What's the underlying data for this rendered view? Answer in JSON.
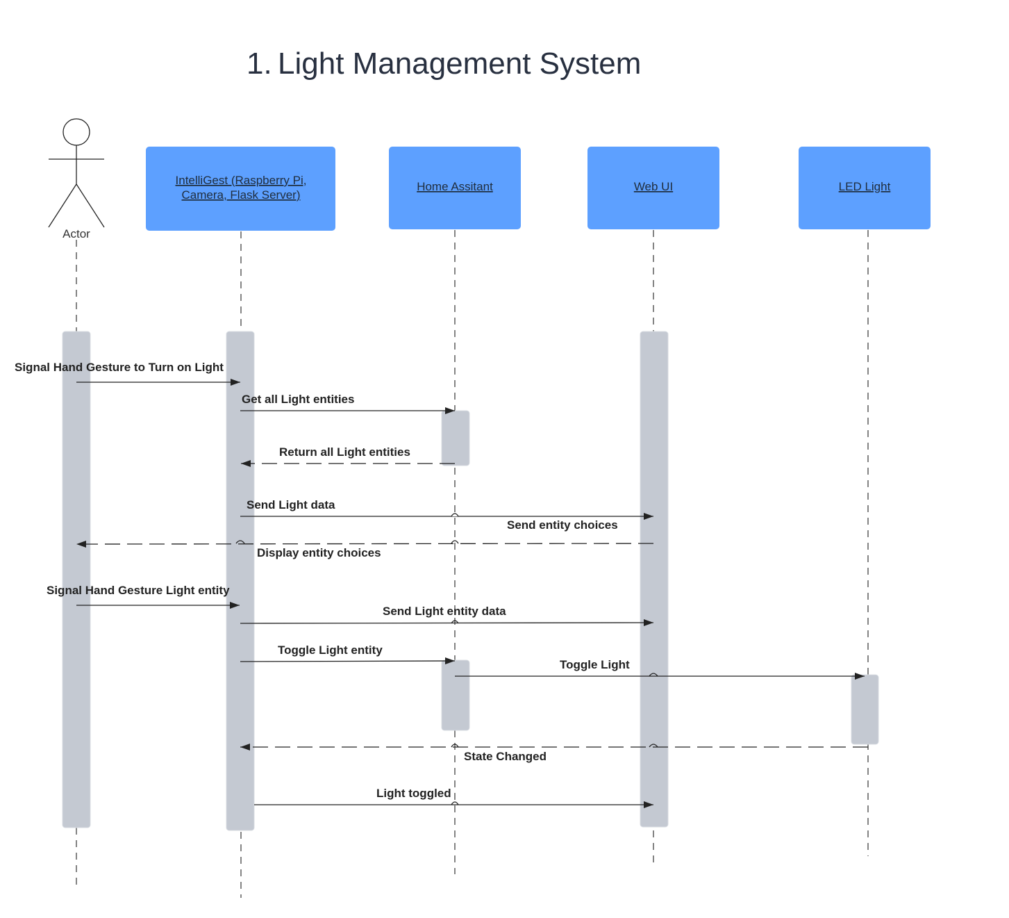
{
  "title": {
    "number": "1.",
    "text": "Light Management System"
  },
  "actor": {
    "label": "Actor"
  },
  "participants": [
    {
      "id": "intelligest",
      "line1": "IntelliGest (Raspberry Pi,",
      "line2": "Camera, Flask Server)"
    },
    {
      "id": "home-assistant",
      "line1": "Home Assitant",
      "line2": ""
    },
    {
      "id": "web-ui",
      "line1": "Web UI",
      "line2": ""
    },
    {
      "id": "led-light",
      "line1": "LED Light",
      "line2": ""
    }
  ],
  "messages": [
    {
      "label": "Signal Hand Gesture to Turn on Light",
      "style": "solid"
    },
    {
      "label": "Get all Light entities",
      "style": "solid"
    },
    {
      "label": "Return all Light entities",
      "style": "dashed"
    },
    {
      "label": "Send Light data",
      "style": "solid"
    },
    {
      "label": "Send entity choices",
      "style": "dashed"
    },
    {
      "label": "Display entity choices",
      "style": "dashed"
    },
    {
      "label": "Signal Hand Gesture Light entity",
      "style": "solid"
    },
    {
      "label": "Send Light entity data",
      "style": "solid"
    },
    {
      "label": "Toggle Light entity",
      "style": "solid"
    },
    {
      "label": "Toggle Light",
      "style": "solid"
    },
    {
      "label": "State Changed",
      "style": "dashed"
    },
    {
      "label": "Light toggled",
      "style": "solid"
    }
  ],
  "colors": {
    "participant_fill": "#5da0ff",
    "activation_fill": "#c4c9d2",
    "line": "#222222"
  }
}
